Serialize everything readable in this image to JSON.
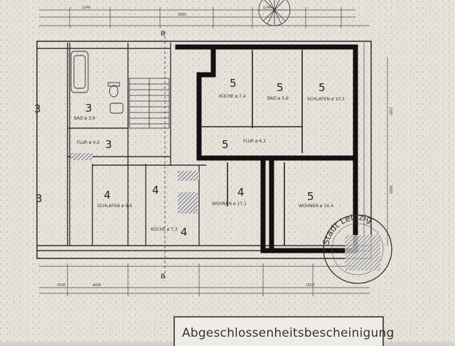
{
  "document": {
    "certificate_title": "Abgeschlossenheitsbescheinigung",
    "stamp_text": "Stadt Leipzig",
    "section_marker": "B"
  },
  "rooms": [
    {
      "id": "kitchen-top",
      "number": "5",
      "label": "KÜCHE ø 7,4"
    },
    {
      "id": "bath-top",
      "number": "5",
      "label": "BAD ø 5,6"
    },
    {
      "id": "bedroom-top",
      "number": "5",
      "label": "SCHLAFEN ø 10,3"
    },
    {
      "id": "hall-right",
      "number": "5",
      "label": "FLUR ø 6,1"
    },
    {
      "id": "living-right",
      "number": "5",
      "label": "WOHNEN ø 16,4"
    },
    {
      "id": "living-center",
      "number": "4",
      "label": "WOHNEN ø 17,1"
    },
    {
      "id": "kitchen-left",
      "number": "4",
      "label": "KÜCHE ø 7,3"
    },
    {
      "id": "bedroom-left",
      "number": "4",
      "label": "SCHLAFEN ø 9,6"
    },
    {
      "id": "bath-left",
      "number": "3",
      "label": "BAD ø 3,9"
    },
    {
      "id": "hall-left",
      "number": "3",
      "label": "FLUR ø 4,3"
    },
    {
      "id": "room-far-left-top",
      "number": "3",
      "label": ""
    },
    {
      "id": "room-far-left-bottom",
      "number": "3",
      "label": ""
    },
    {
      "id": "stair-mid",
      "number": "4",
      "label": ""
    }
  ],
  "dimensions": {
    "top_1": "1240",
    "top_2": "3885",
    "top_3": "1240",
    "bottom_1": "3430",
    "bottom_2": "4690",
    "bottom_3": "1650",
    "side_1": "2385",
    "side_2": "2885"
  }
}
